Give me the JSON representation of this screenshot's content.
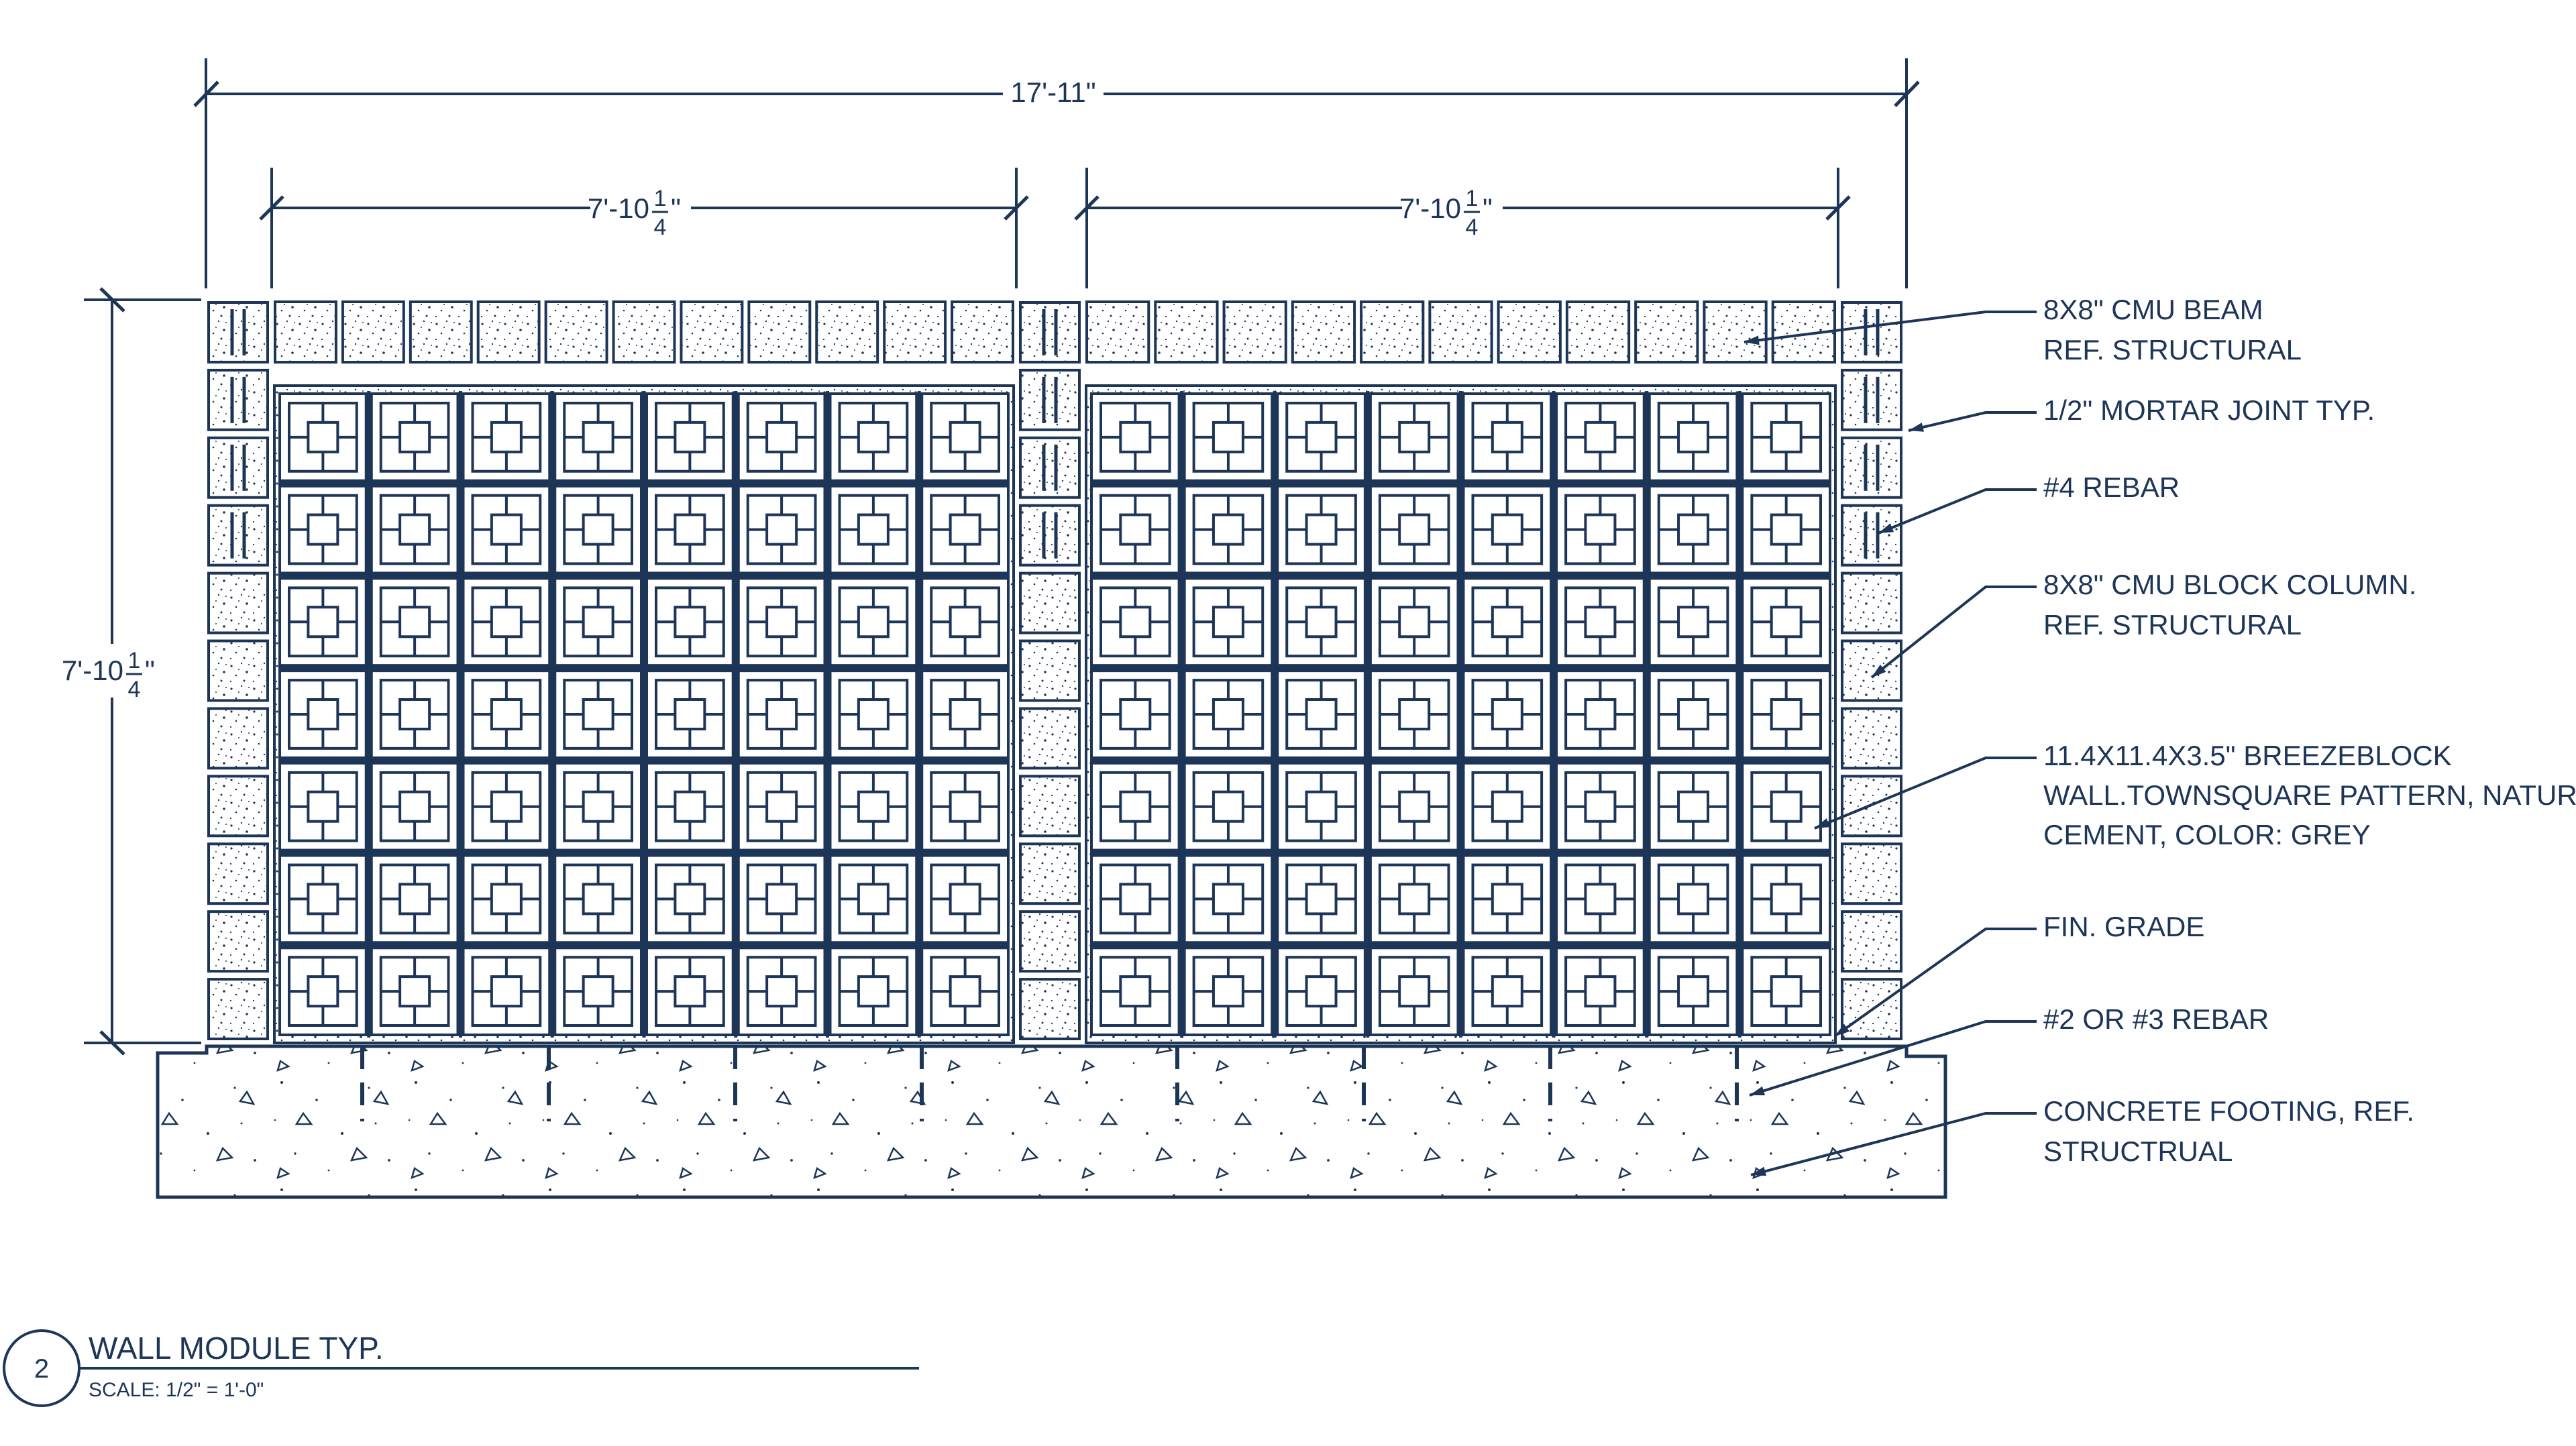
{
  "colors": {
    "ink": "#1d3557",
    "paper": "#ffffff"
  },
  "dimensions": {
    "overall_width": "17'-11\"",
    "left_panel": {
      "whole": "7'-10",
      "num": "1",
      "den": "4",
      "tail": "\""
    },
    "right_panel": {
      "whole": "7'-10",
      "num": "1",
      "den": "4",
      "tail": "\""
    },
    "height": {
      "whole": "7'-10",
      "num": "1",
      "den": "4",
      "tail": "\""
    }
  },
  "callouts": [
    [
      "8X8\" CMU BEAM",
      "REF. STRUCTURAL"
    ],
    [
      "1/2\" MORTAR JOINT TYP."
    ],
    [
      "#4 REBAR"
    ],
    [
      "8X8\" CMU BLOCK COLUMN.",
      "REF. STRUCTURAL"
    ],
    [
      "11.4X11.4X3.5\" BREEZEBLOCK",
      "WALL.TOWNSQUARE PATTERN, NATURAL",
      "CEMENT, COLOR: GREY"
    ],
    [
      "FIN. GRADE"
    ],
    [
      "#2 OR #3 REBAR"
    ],
    [
      "CONCRETE FOOTING, REF.",
      "STRUCTRUAL"
    ]
  ],
  "title_block": {
    "number": "2",
    "title": "WALL MODULE TYP.",
    "scale": "SCALE: 1/2\" = 1'-0\""
  }
}
